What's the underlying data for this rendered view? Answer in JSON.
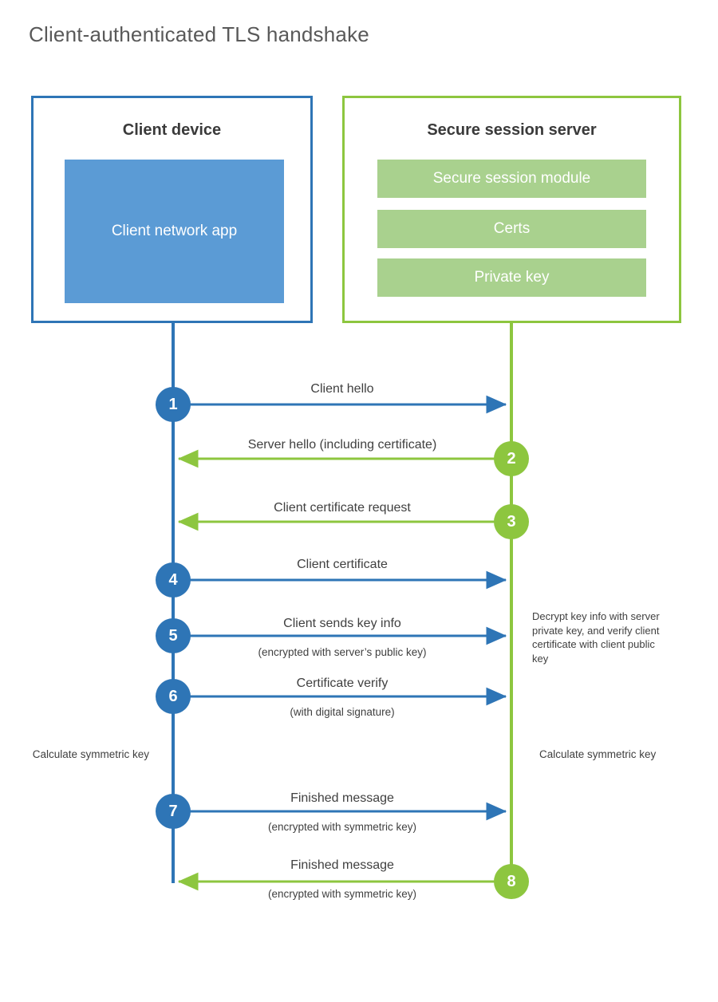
{
  "title": "Client-authenticated TLS handshake",
  "colors": {
    "client_border": "#2E75B6",
    "client_fill": "#5B9BD5",
    "server_border": "#8DC63F",
    "server_fill": "#A9D18E",
    "client_accent": "#2E75B6",
    "server_accent": "#8DC63F",
    "text": "#404040",
    "title_text": "#595959",
    "background": "#FFFFFF"
  },
  "client": {
    "title": "Client device",
    "app_label": "Client network app"
  },
  "server": {
    "title": "Secure session server",
    "components": [
      "Secure session module",
      "Certs",
      "Private key"
    ]
  },
  "steps": [
    {
      "number": "1",
      "label": "Client hello",
      "sublabel": "",
      "direction": "client-to-server",
      "actor": "client"
    },
    {
      "number": "2",
      "label": "Server hello (including certificate)",
      "sublabel": "",
      "direction": "server-to-client",
      "actor": "server"
    },
    {
      "number": "3",
      "label": "Client certificate request",
      "sublabel": "",
      "direction": "server-to-client",
      "actor": "server"
    },
    {
      "number": "4",
      "label": "Client certificate",
      "sublabel": "",
      "direction": "client-to-server",
      "actor": "client"
    },
    {
      "number": "5",
      "label": "Client sends key info",
      "sublabel": "(encrypted with server’s public key)",
      "direction": "client-to-server",
      "actor": "client"
    },
    {
      "number": "6",
      "label": "Certificate verify",
      "sublabel": "(with digital signature)",
      "direction": "client-to-server",
      "actor": "client"
    },
    {
      "number": "7",
      "label": "Finished message",
      "sublabel": "(encrypted with symmetric key)",
      "direction": "client-to-server",
      "actor": "client"
    },
    {
      "number": "8",
      "label": "Finished message",
      "sublabel": "(encrypted with symmetric key)",
      "direction": "server-to-client",
      "actor": "server"
    }
  ],
  "notes": {
    "server_decrypt": "Decrypt key info with server private key, and verify client certificate with client public key",
    "client_calculate": "Calculate symmetric key",
    "server_calculate": "Calculate symmetric key"
  }
}
